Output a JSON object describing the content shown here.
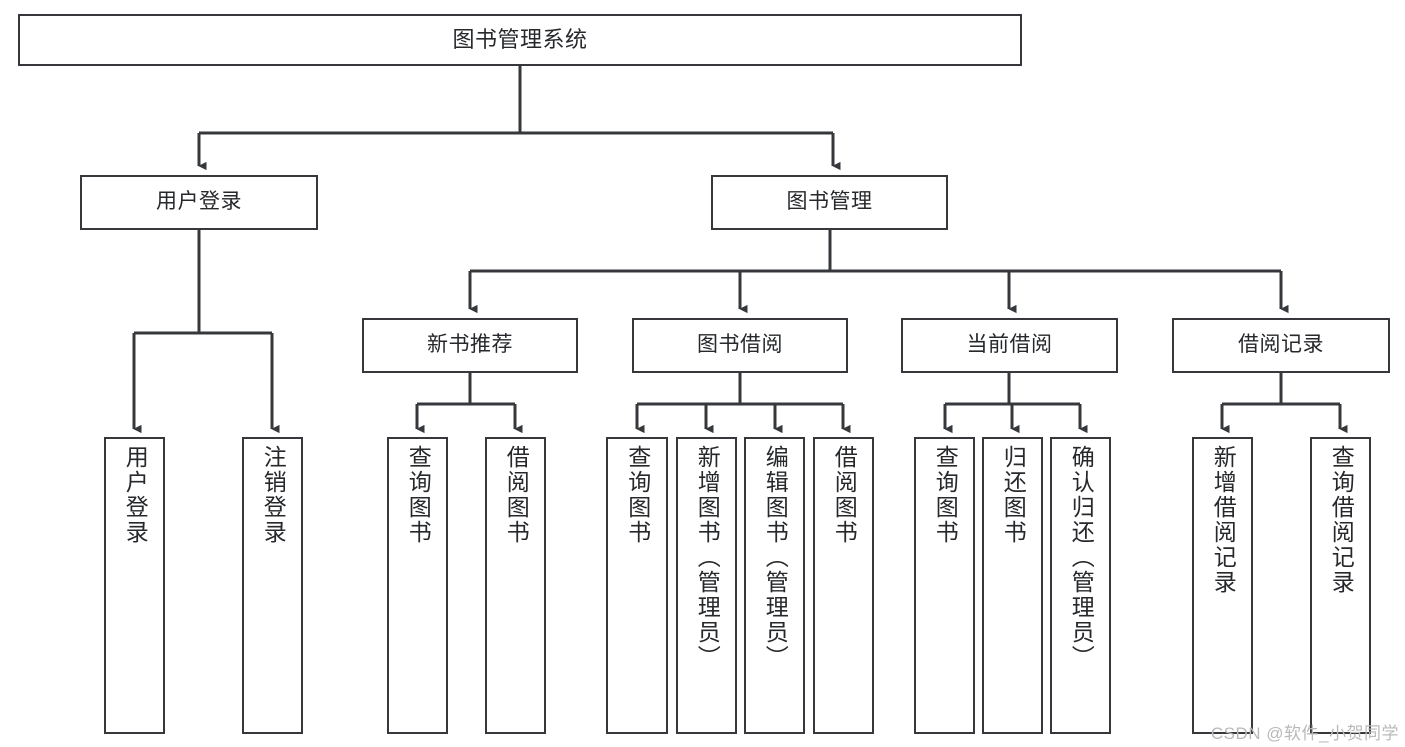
{
  "diagram": {
    "title": "图书管理系统",
    "type": "hierarchy-tree",
    "line_color": "#36383b",
    "box_fill": "#ffffff",
    "text_color": "#26282b"
  },
  "nodes": {
    "root": {
      "label": "图书管理系统"
    },
    "level2": [
      {
        "label": "用户登录"
      },
      {
        "label": "图书管理"
      }
    ],
    "level3": [
      {
        "label": "新书推荐"
      },
      {
        "label": "图书借阅"
      },
      {
        "label": "当前借阅"
      },
      {
        "label": "借阅记录"
      }
    ],
    "leaves": {
      "user_login": [
        {
          "label": "用户登录"
        },
        {
          "label": "注销登录"
        }
      ],
      "new_book_recommend": [
        {
          "label": "查询图书"
        },
        {
          "label": "借阅图书"
        }
      ],
      "book_borrow": [
        {
          "label": "查询图书"
        },
        {
          "label": "新增图书（管理员）"
        },
        {
          "label": "编辑图书（管理员）"
        },
        {
          "label": "借阅图书"
        }
      ],
      "current_borrow": [
        {
          "label": "查询图书"
        },
        {
          "label": "归还图书"
        },
        {
          "label": "确认归还（管理员）"
        }
      ],
      "borrow_record": [
        {
          "label": "新增借阅记录"
        },
        {
          "label": "查询借阅记录"
        }
      ]
    }
  },
  "watermark": {
    "text": "CSDN @软件_小贺同学"
  }
}
